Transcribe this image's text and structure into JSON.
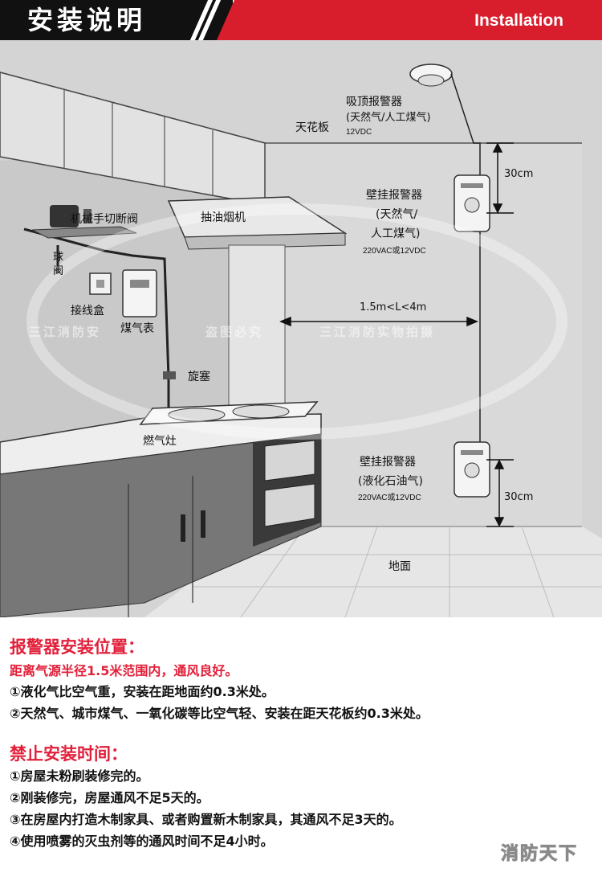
{
  "header": {
    "title": "安装说明",
    "title_en": "Installation",
    "colors": {
      "black": "#111111",
      "red": "#d81d2c"
    }
  },
  "diagram": {
    "labels": {
      "ceiling_detector_name": "吸顶报警器",
      "ceiling_detector_gas": "(天然气/人工煤气)",
      "ceiling_detector_voltage": "12VDC",
      "ceiling": "天花板",
      "wall_detector_1_name": "壁挂报警器",
      "wall_detector_1_gas_a": "(天然气/",
      "wall_detector_1_gas_b": "人工煤气)",
      "wall_detector_1_voltage": "220VAC或12VDC",
      "dist_top": "30cm",
      "shutoff_valve": "机械手切断阀",
      "range_hood": "抽油烟机",
      "ball_valve": "球阀",
      "junction_box": "接线盒",
      "gas_meter": "煤气表",
      "range": "1.5m<L<4m",
      "plug_valve": "旋塞",
      "gas_stove": "燃气灶",
      "wall_detector_2_name": "壁挂报警器",
      "wall_detector_2_gas": "(液化石油气)",
      "wall_detector_2_voltage": "220VAC或12VDC",
      "dist_bottom": "30cm",
      "floor": "地面"
    },
    "watermark": {
      "left": "三江消防安",
      "middle": "盗图必究",
      "right": "三江消防实物拍摄"
    }
  },
  "sections": [
    {
      "title": "报警器安装位置：",
      "subtitle": "距离气源半径1.5米范围内，通风良好。",
      "items": [
        "①液化气比空气重，安装在距地面约0.3米处。",
        "②天然气、城市煤气、一氧化碳等比空气轻、安装在距天花板约0.3米处。"
      ]
    },
    {
      "title": "禁止安装时间：",
      "items": [
        "①房屋未粉刷装修完的。",
        "②刚装修完，房屋通风不足5天的。",
        "③在房屋内打造木制家具、或者购置新木制家具，其通风不足3天的。",
        "④使用喷雾的灭虫剂等的通风时间不足4小时。"
      ]
    }
  ],
  "brand": "消防天下"
}
